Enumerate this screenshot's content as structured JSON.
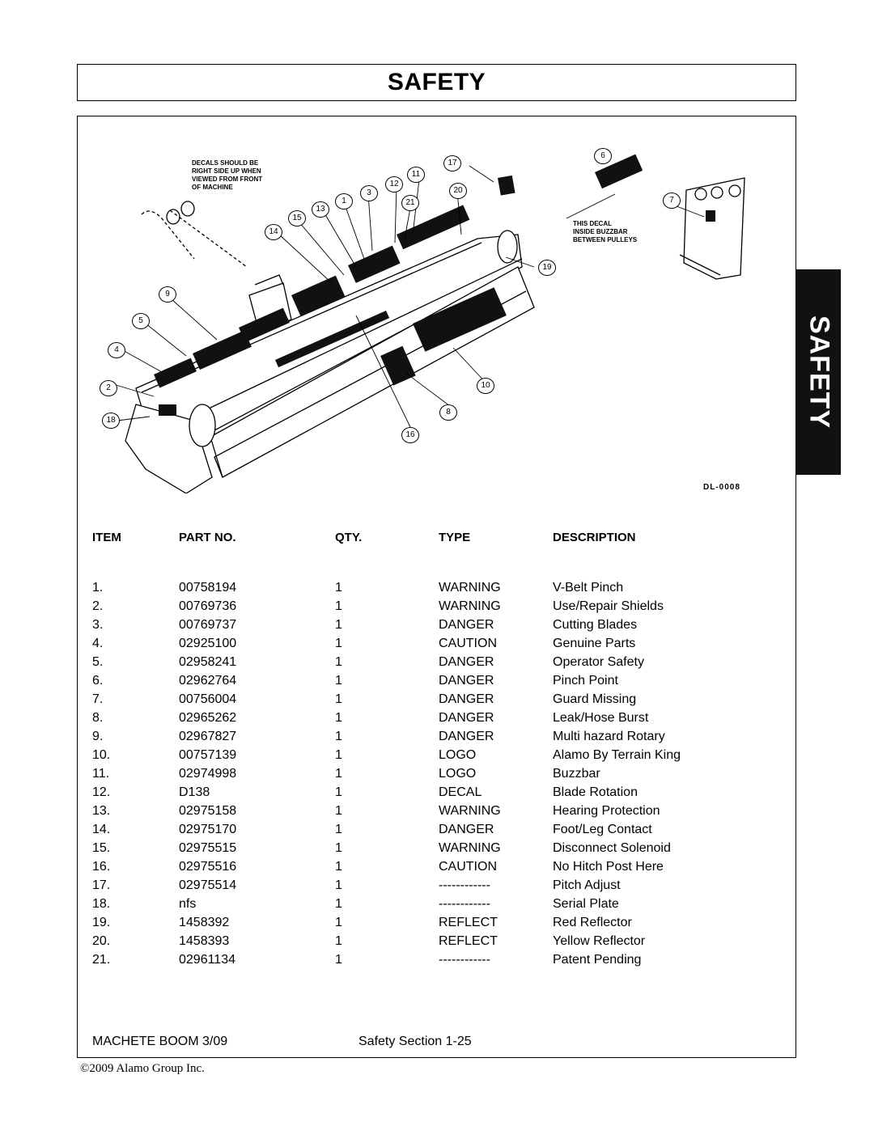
{
  "header": {
    "title": "SAFETY"
  },
  "side_tab": {
    "label": "SAFETY"
  },
  "diagram": {
    "code": "DL-0008",
    "note_decals": [
      "DECALS SHOULD BE",
      "RIGHT SIDE UP WHEN",
      "VIEWED FROM FRONT",
      "OF MACHINE"
    ],
    "note_buzzbar": [
      "THIS DECAL",
      "INSIDE BUZZBAR",
      "BETWEEN PULLEYS"
    ],
    "callouts": [
      "1",
      "2",
      "3",
      "4",
      "5",
      "6",
      "7",
      "8",
      "9",
      "10",
      "11",
      "12",
      "13",
      "14",
      "15",
      "16",
      "17",
      "18",
      "19",
      "20",
      "21"
    ]
  },
  "table": {
    "headers": {
      "item": "ITEM",
      "part_no": "PART NO.",
      "qty": "QTY.",
      "type": "TYPE",
      "description": "DESCRIPTION"
    },
    "rows": [
      {
        "item": "1.",
        "part": "00758194",
        "qty": "1",
        "type": "WARNING",
        "desc": "V-Belt Pinch"
      },
      {
        "item": "2.",
        "part": "00769736",
        "qty": "1",
        "type": "WARNING",
        "desc": "Use/Repair Shields"
      },
      {
        "item": "3.",
        "part": "00769737",
        "qty": "1",
        "type": "DANGER",
        "desc": "Cutting Blades"
      },
      {
        "item": "4.",
        "part": "02925100",
        "qty": "1",
        "type": "CAUTION",
        "desc": "Genuine Parts"
      },
      {
        "item": "5.",
        "part": "02958241",
        "qty": "1",
        "type": "DANGER",
        "desc": "Operator Safety"
      },
      {
        "item": "6.",
        "part": "02962764",
        "qty": "1",
        "type": "DANGER",
        "desc": "Pinch Point"
      },
      {
        "item": "7.",
        "part": "00756004",
        "qty": "1",
        "type": "DANGER",
        "desc": "Guard Missing"
      },
      {
        "item": "8.",
        "part": "02965262",
        "qty": "1",
        "type": "DANGER",
        "desc": "Leak/Hose Burst"
      },
      {
        "item": "9.",
        "part": "02967827",
        "qty": "1",
        "type": "DANGER",
        "desc": "Multi hazard Rotary"
      },
      {
        "item": "10.",
        "part": "00757139",
        "qty": "1",
        "type": "LOGO",
        "desc": "Alamo By Terrain King"
      },
      {
        "item": "11.",
        "part": "02974998",
        "qty": "1",
        "type": "LOGO",
        "desc": "Buzzbar"
      },
      {
        "item": "12.",
        "part": "D138",
        "qty": "1",
        "type": "DECAL",
        "desc": "Blade Rotation"
      },
      {
        "item": "13.",
        "part": "02975158",
        "qty": "1",
        "type": "WARNING",
        "desc": "Hearing Protection"
      },
      {
        "item": "14.",
        "part": "02975170",
        "qty": "1",
        "type": "DANGER",
        "desc": "Foot/Leg Contact"
      },
      {
        "item": "15.",
        "part": "02975515",
        "qty": "1",
        "type": "WARNING",
        "desc": "Disconnect Solenoid"
      },
      {
        "item": "16.",
        "part": "02975516",
        "qty": "1",
        "type": "CAUTION",
        "desc": "No Hitch Post Here"
      },
      {
        "item": "17.",
        "part": "02975514",
        "qty": "1",
        "type": "------------",
        "desc": "Pitch Adjust"
      },
      {
        "item": "18.",
        "part": "nfs",
        "qty": "1",
        "type": "------------",
        "desc": "Serial Plate"
      },
      {
        "item": "19.",
        "part": "1458392",
        "qty": "1",
        "type": "REFLECT",
        "desc": "Red Reflector"
      },
      {
        "item": "20.",
        "part": "1458393",
        "qty": "1",
        "type": "REFLECT",
        "desc": "Yellow Reflector"
      },
      {
        "item": "21.",
        "part": "02961134",
        "qty": "1",
        "type": "------------",
        "desc": "Patent Pending"
      }
    ]
  },
  "footer": {
    "left": "MACHETE BOOM 3/09",
    "middle": "Safety Section 1-25",
    "copyright": "©2009 Alamo Group Inc."
  }
}
